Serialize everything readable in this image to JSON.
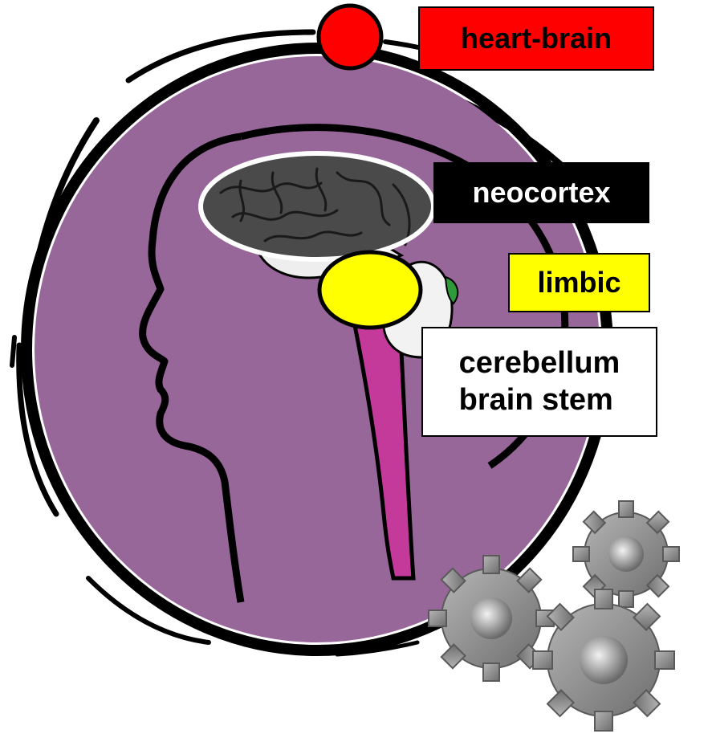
{
  "labels": {
    "heart_brain": "heart-brain",
    "neocortex": "neocortex",
    "limbic": "limbic",
    "cerebellum_line1": "cerebellum",
    "cerebellum_line2": "brain stem"
  },
  "colors": {
    "heart_brain": "#ff0000",
    "neocortex": "#000000",
    "limbic": "#ffff00",
    "cerebellum": "#ffffff",
    "head_fill": "#98679a",
    "spinal_cord": "#c43a9a",
    "cortex_shade": "#4a4a4a",
    "gear": "#8a8a8a"
  },
  "icons": [
    "head-silhouette",
    "brain-icon",
    "spinal-cord",
    "gears-icon"
  ]
}
